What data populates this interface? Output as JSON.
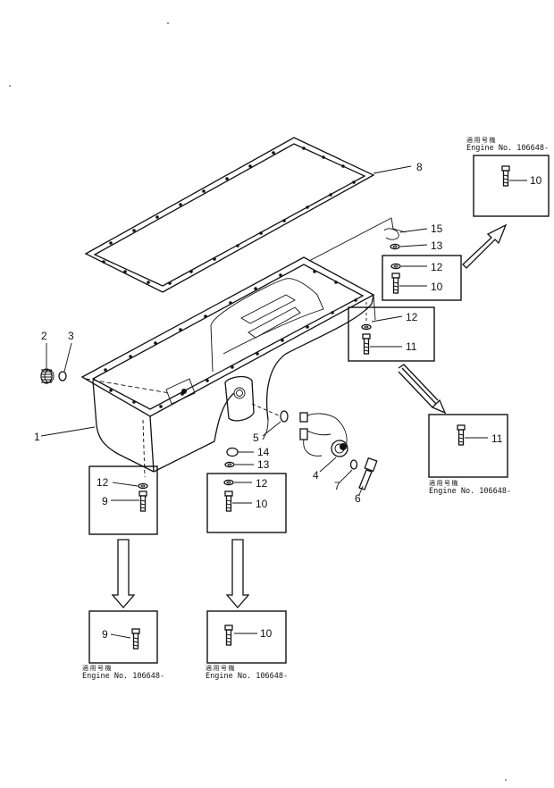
{
  "callouts": {
    "c1": "1",
    "c2": "2",
    "c3": "3",
    "c4": "4",
    "c5": "5",
    "c6": "6",
    "c7": "7",
    "c8": "8",
    "inset_tr": {
      "c10": "10"
    },
    "inset_right_mid": {
      "c15": "15",
      "c13": "13",
      "c12": "12",
      "c10": "10"
    },
    "inset_right_low": {
      "c12": "12",
      "c11": "11"
    },
    "inset_rb": {
      "c11": "11"
    },
    "left_pan": {
      "c14": "14",
      "c13": "13"
    },
    "inset_bl_upper": {
      "c12": "12",
      "c9": "9"
    },
    "inset_bm_upper": {
      "c12": "12",
      "c10": "10"
    },
    "inset_bl_lower": {
      "c9": "9"
    },
    "inset_bm_lower": {
      "c10": "10"
    }
  },
  "captions": {
    "tr": {
      "kanji": "適用号機",
      "engine": "Engine No. 106648-"
    },
    "rb": {
      "kanji": "適用号機",
      "engine": "Engine No. 106648-"
    },
    "bl": {
      "kanji": "適用号機",
      "engine": "Engine No. 106648-"
    },
    "bm": {
      "kanji": "適用号機",
      "engine": "Engine No. 106648-"
    }
  }
}
